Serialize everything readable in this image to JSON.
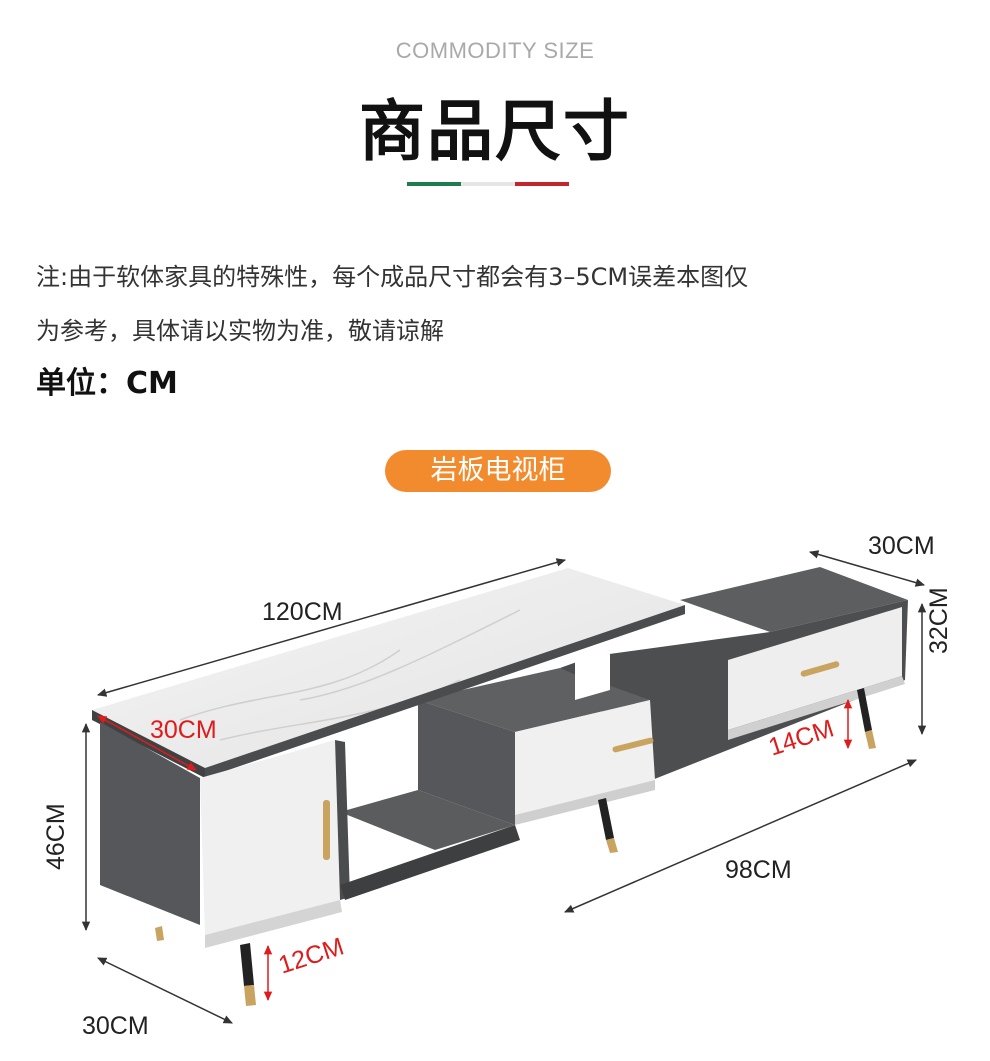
{
  "header": {
    "subtitle": "COMMODITY SIZE",
    "title": "商品尺寸"
  },
  "colors": {
    "accent_green": "#1f7a4d",
    "accent_gray": "#e6e6e6",
    "accent_red": "#c0262d",
    "pill_orange": "#f28b2e",
    "dimension_red": "#e01b1b"
  },
  "note": {
    "line1": "注:由于软体家具的特殊性，每个成品尺寸都会有3–5CM误差本图仅",
    "line2": "为参考，具体请以实物为准，敬请谅解"
  },
  "unit_label": "单位：CM",
  "product_label": "岩板电视柜",
  "dimensions": {
    "top_length": "120CM",
    "top_depth": "30CM",
    "right_depth": "30CM",
    "right_height": "32CM",
    "right_leg": "14CM",
    "left_height": "46CM",
    "left_leg": "12CM",
    "base_length": "98CM",
    "bottom_depth": "30CM"
  }
}
